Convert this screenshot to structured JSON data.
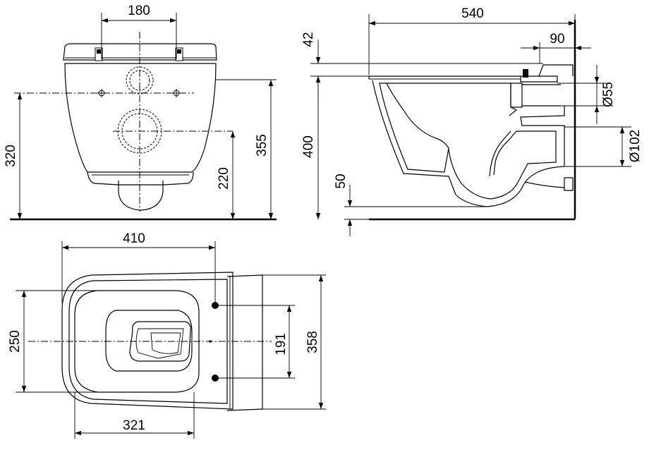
{
  "front_view": {
    "bolt_spacing": "180",
    "wall_height": "320",
    "outlet_height": "220",
    "total_height": "355"
  },
  "side_view": {
    "depth": "540",
    "seat_thickness": "42",
    "inlet_offset": "90",
    "inlet_diameter": "Ø55",
    "mounting_height": "400",
    "outlet_diameter": "Ø102",
    "floor_clearance": "50"
  },
  "top_view": {
    "width": "410",
    "bowl_width": "250",
    "bowl_length": "321",
    "bolt_spacing": "191",
    "overall_width": "358"
  }
}
